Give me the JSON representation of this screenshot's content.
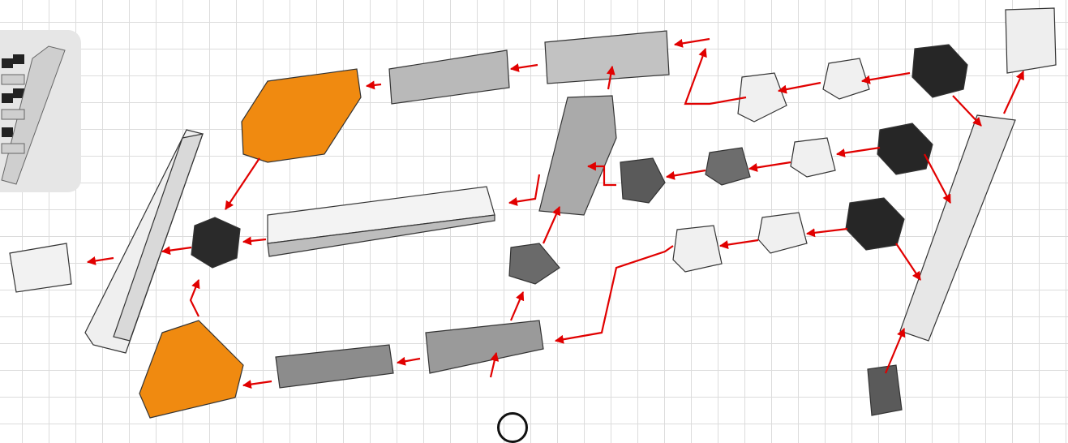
{
  "diagram": {
    "kind": "exploded assembly instruction",
    "step_number": "",
    "arrow_color": "#e10000",
    "colors": {
      "beam_light": "#eeeeee",
      "beam_medium": "#b5b5b5",
      "beam_dark": "#6f6f6f",
      "connector_black": "#262626",
      "connector_dark_gray": "#5a5a5a",
      "angle_orange": "#f08a10",
      "inset_background": "#e6e6e6"
    },
    "parts": [
      "long-white-beam-left",
      "end-connector-left",
      "black-hub-left",
      "orange-angle-top",
      "orange-angle-bottom",
      "white-beam-middle",
      "gray-beam-top-1",
      "gray-beam-top-2",
      "gray-beam-bottom-1",
      "gray-beam-bottom-2",
      "gray-beam-vertical",
      "long-white-beam-right",
      "black-hub-right-top",
      "black-hub-right-middle",
      "black-hub-right-bottom",
      "dark-gray-connector-bottom"
    ]
  }
}
